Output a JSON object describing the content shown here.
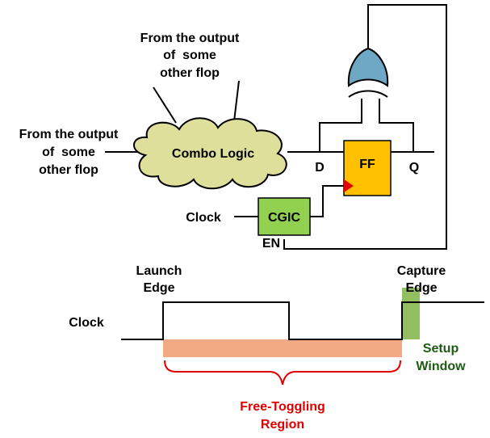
{
  "labels": {
    "top_source_line1": "From the output",
    "top_source_line2": "of  some",
    "top_source_line3": "other flop",
    "left_source_line1": "From the output",
    "left_source_line2": "of  some",
    "left_source_line3": "other flop",
    "combo_logic": "Combo Logic",
    "ff": "FF",
    "d_pin": "D",
    "q_pin": "Q",
    "cgic": "CGIC",
    "clock_input": "Clock",
    "en": "EN",
    "launch_line1": "Launch",
    "launch_line2": "Edge",
    "capture_line1": "Capture",
    "capture_line2": "Edge",
    "clock_waveform": "Clock",
    "setup_line1": "Setup",
    "setup_line2": "Window",
    "free_line1": "Free-Toggling",
    "free_line2": "Region"
  },
  "colors": {
    "cloud_fill": "#dedf9a",
    "ff_fill": "#ffc000",
    "ff_clock_marker": "#e00000",
    "cgic_fill": "#92d050",
    "xor_fill": "#6fa8c4",
    "region_fill": "#f2aa84",
    "setup_fill": "#92c060",
    "brace": "#e00000",
    "setup_text": "#1f5a12",
    "wire": "#000000"
  }
}
